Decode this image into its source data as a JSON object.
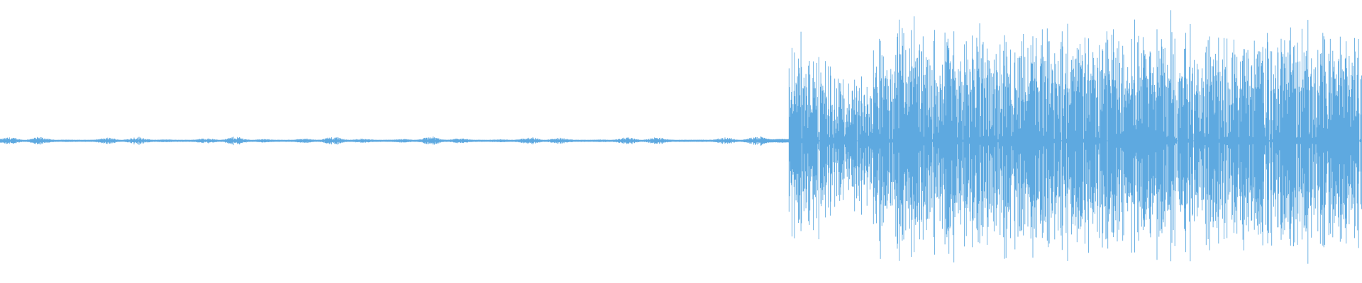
{
  "waveform": {
    "color": "#5ea9e0",
    "background": "#ffffff",
    "segments": [
      {
        "label": "quiet",
        "amplitude_fraction": 0.03
      },
      {
        "label": "loud",
        "amplitude_fraction": 0.97
      }
    ],
    "quiet_fraction_of_width": 0.6
  }
}
